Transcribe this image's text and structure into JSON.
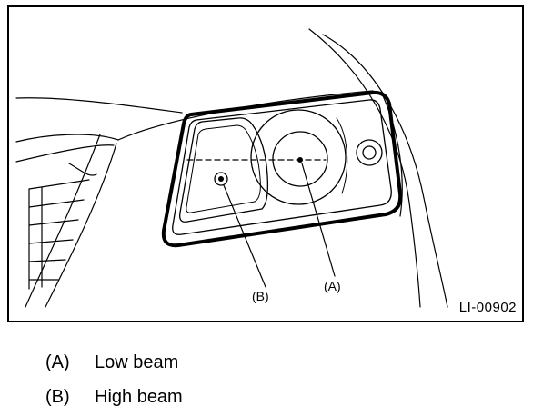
{
  "figure": {
    "id": "LI-00902",
    "callouts": {
      "a": "(A)",
      "b": "(B)"
    }
  },
  "legend": [
    {
      "key": "(A)",
      "text": "Low beam"
    },
    {
      "key": "(B)",
      "text": "High beam"
    }
  ]
}
